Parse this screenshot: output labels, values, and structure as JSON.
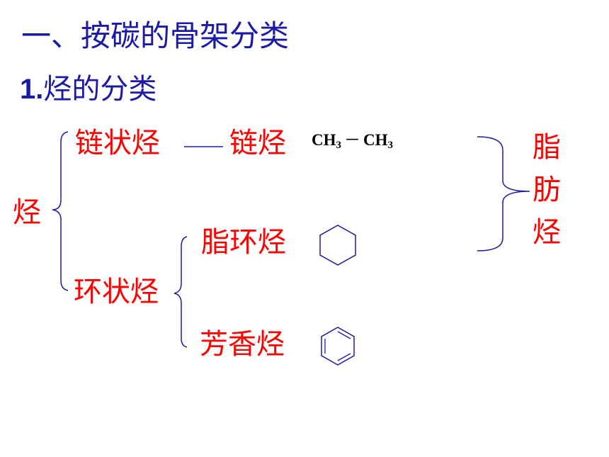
{
  "heading": "一、按碳的骨架分类",
  "subheading": {
    "number": "1.",
    "text": "烃的分类"
  },
  "tree": {
    "root": "烃",
    "chain_hydrocarbon": "链状烃",
    "chain_alkane": "链烃",
    "formula": {
      "left": "CH",
      "left_sub": "3",
      "dash": "－",
      "right": "CH",
      "right_sub": "3"
    },
    "cyclic_hydrocarbon": "环状烃",
    "alicyclic": "脂环烃",
    "aromatic": "芳香烃",
    "aliphatic": [
      "脂",
      "肪",
      "烃"
    ]
  },
  "colors": {
    "heading": "#1a1aa6",
    "terms": "#ff0000",
    "lines": "#1a1aa6"
  }
}
